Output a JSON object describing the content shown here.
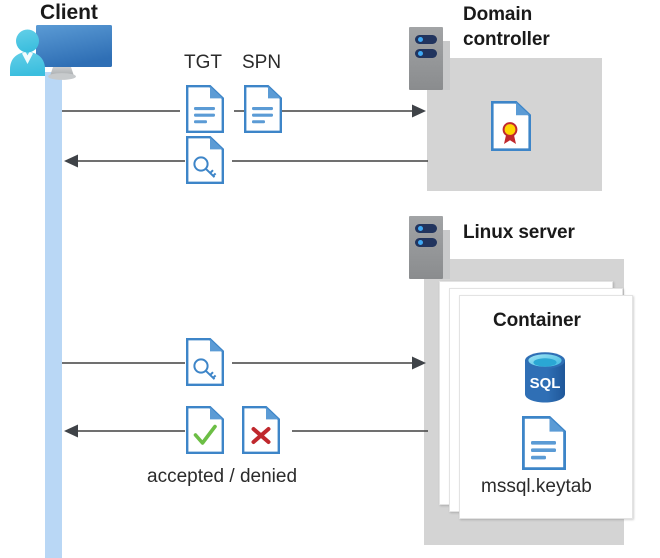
{
  "diagram": {
    "title_client": "Client",
    "title_domain_controller": "Domain\ncontroller",
    "title_domain_controller_line1": "Domain",
    "title_domain_controller_line2": "controller",
    "title_linux_server": "Linux server",
    "title_container": "Container",
    "label_tgt": "TGT",
    "label_spn": "SPN",
    "label_keytab_file": "mssql.keytab",
    "label_sql_icon_text": "SQL",
    "label_accepted_denied": "accepted / denied"
  },
  "icons": {
    "client": "client-workstation-user-icon",
    "server_rack": "server-rack-icon",
    "document": "document-icon",
    "document_key": "document-key-icon",
    "document_certificate": "document-certificate-icon",
    "document_check": "document-check-accepted-icon",
    "document_cross": "document-cross-denied-icon",
    "sql_database": "sql-database-icon"
  },
  "flows": [
    {
      "id": "flow-tgt-spn-request",
      "direction": "right",
      "from": "client",
      "to": "domain-controller",
      "payload": [
        "TGT",
        "SPN"
      ]
    },
    {
      "id": "flow-ticket-response",
      "direction": "left",
      "from": "domain-controller",
      "to": "client",
      "payload": [
        "service-ticket"
      ]
    },
    {
      "id": "flow-ticket-to-linux",
      "direction": "right",
      "from": "client",
      "to": "linux-server",
      "payload": [
        "service-ticket"
      ]
    },
    {
      "id": "flow-auth-result",
      "direction": "left",
      "from": "linux-server",
      "to": "client",
      "payload": [
        "accepted",
        "denied"
      ]
    }
  ],
  "colors": {
    "accent_blue": "#3d85c8",
    "doc_fold_blue": "#5b9bd5",
    "lifeline_blue": "#b9d7f5",
    "gray_box": "#d4d4d4",
    "rack_gray": "#97999b",
    "rack_navy": "#21345e",
    "rack_dot": "#3fa9f5",
    "check_green": "#6cbe45",
    "cross_red": "#c0282d",
    "cert_yellow": "#ffd500",
    "cert_red": "#c0282d",
    "sql_blue": "#2f6fb5",
    "arrow_gray": "#404040",
    "text_dark": "#1a1a1a"
  }
}
